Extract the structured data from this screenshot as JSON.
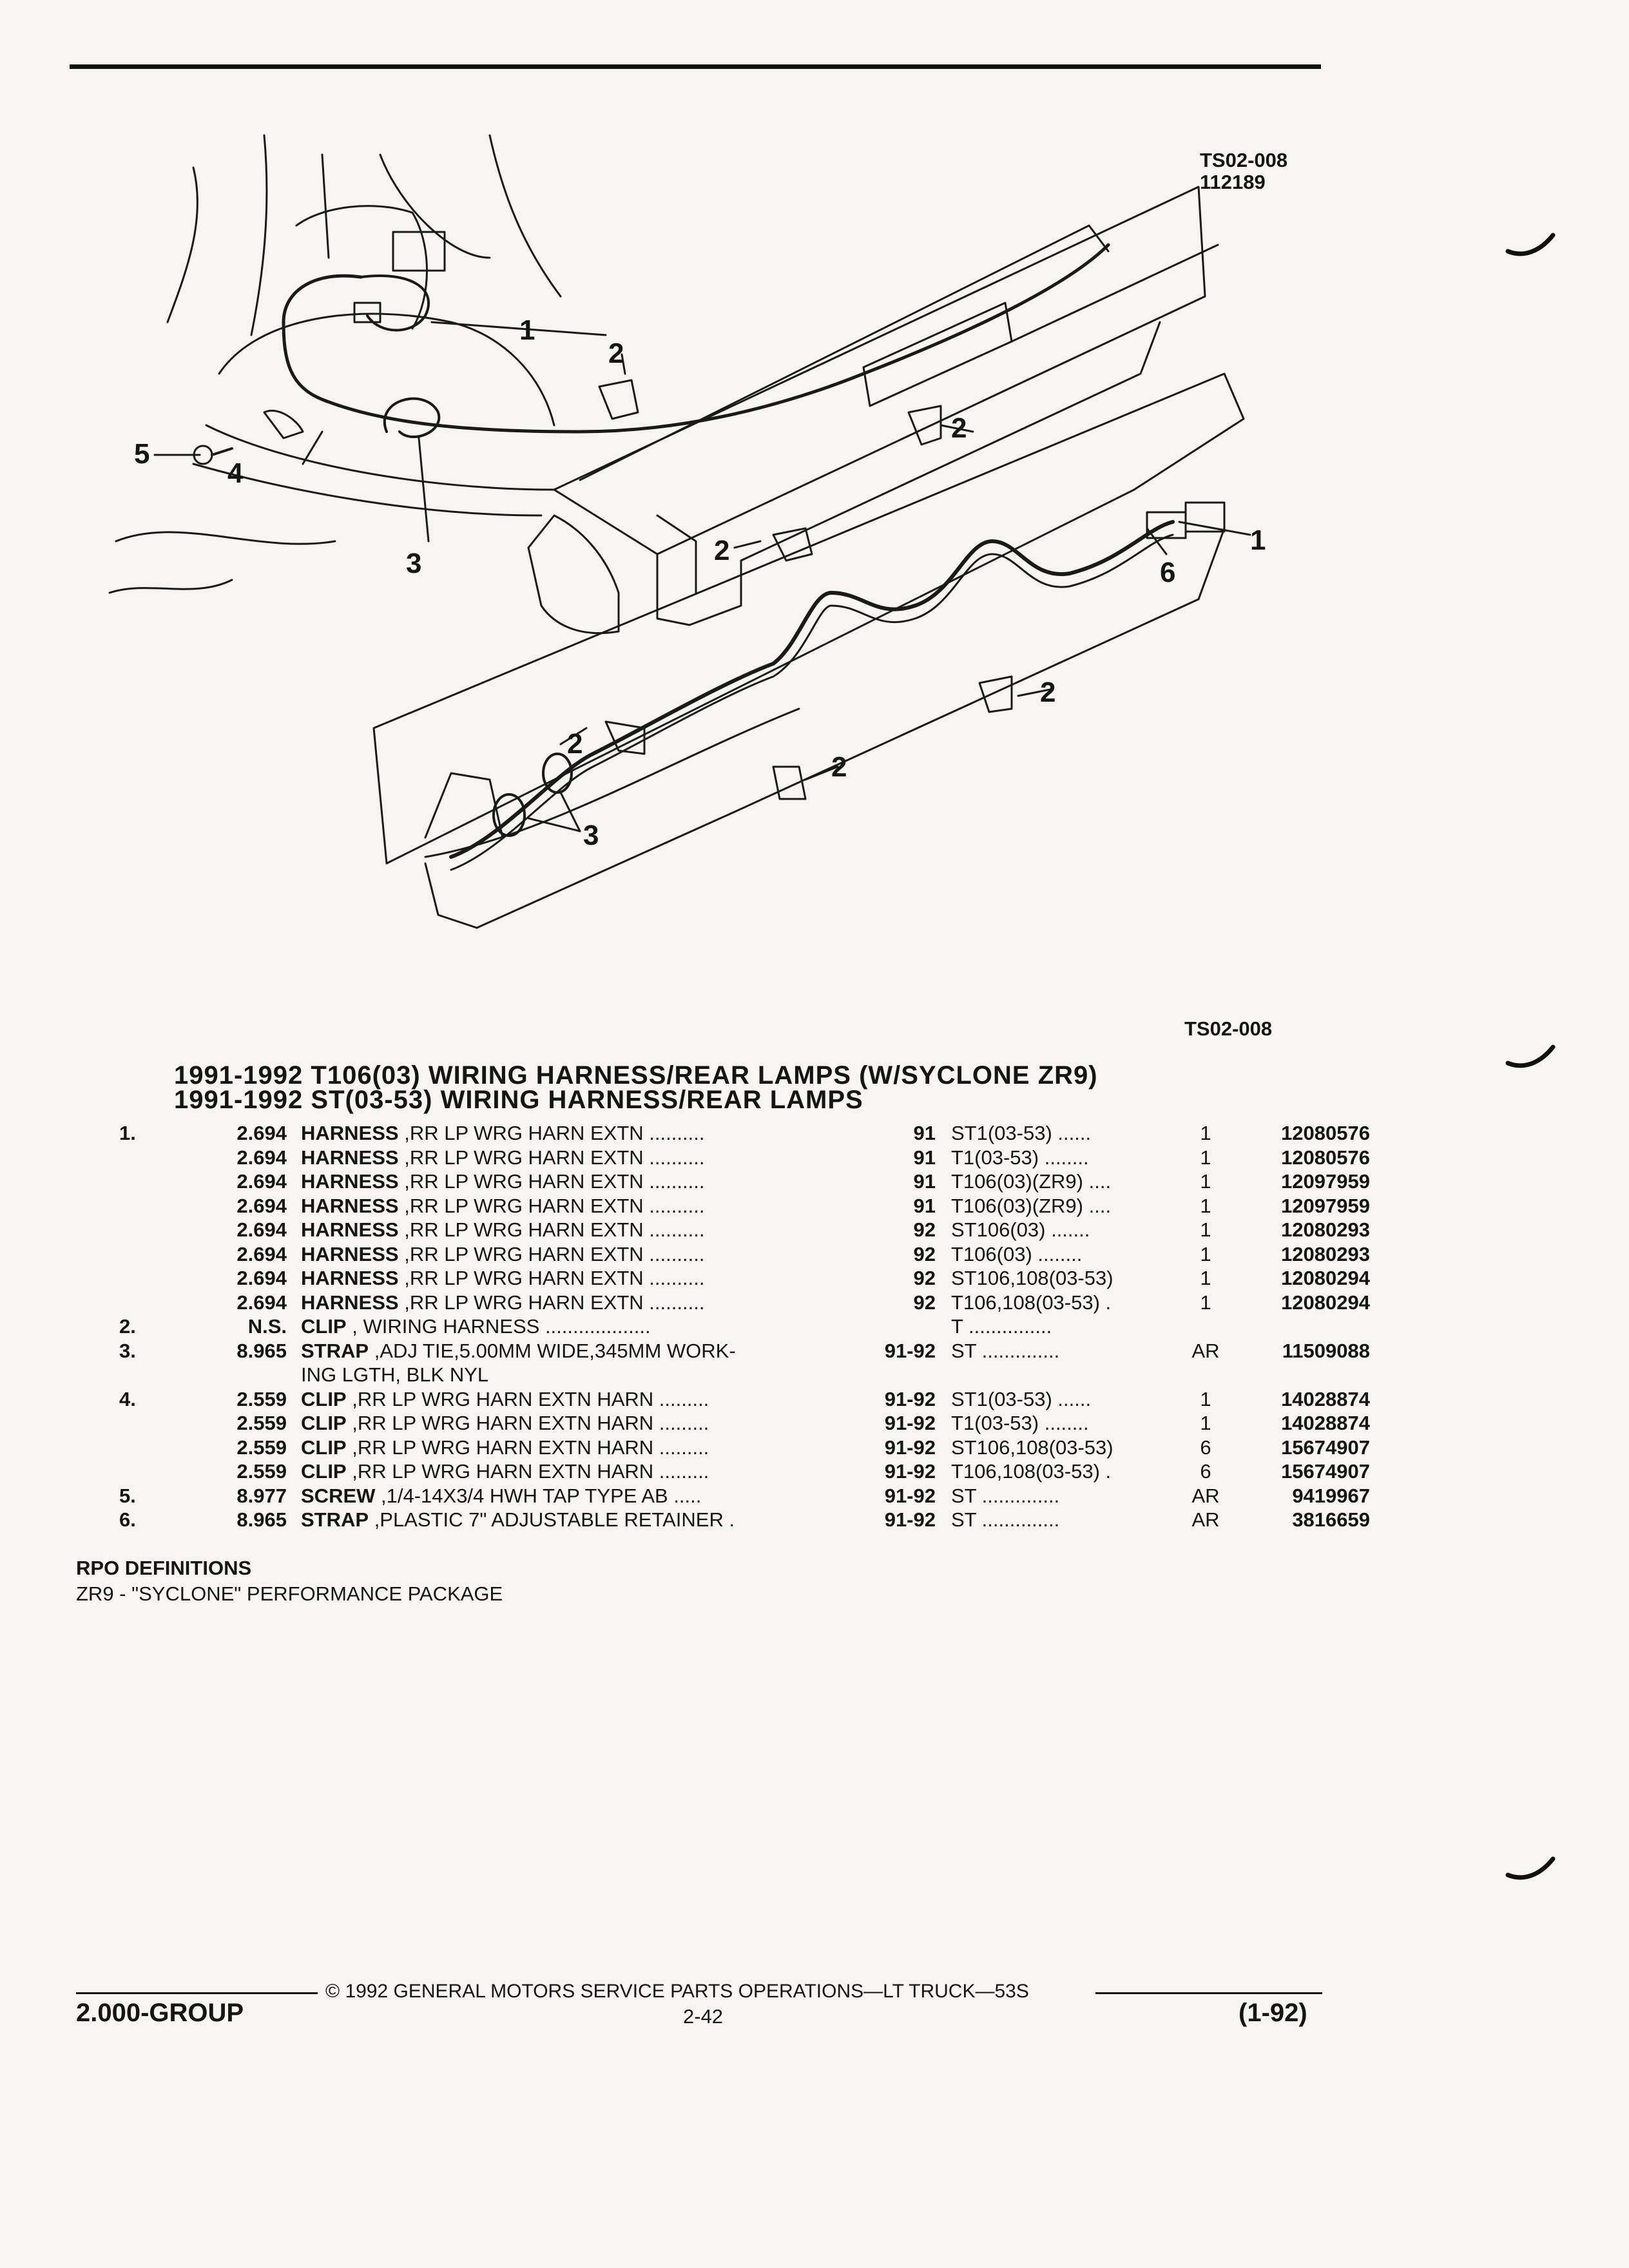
{
  "figure": {
    "code_top": "TS02-008",
    "date_code": "112189",
    "code_bottom": "TS02-008",
    "callouts": [
      "1",
      "2",
      "3",
      "4",
      "5",
      "6"
    ]
  },
  "titles": [
    "1991-1992 T106(03) WIRING HARNESS/REAR LAMPS (W/SYCLONE ZR9)",
    "1991-1992 ST(03-53) WIRING HARNESS/REAR LAMPS"
  ],
  "parts_rows": [
    {
      "idx": "1.",
      "group": "2.694",
      "name": "HARNESS",
      "desc": " ,RR LP WRG HARN EXTN",
      "dots": " ..........",
      "years": "91",
      "applic": "ST1(03-53) ......",
      "qty": "1",
      "pn": "12080576"
    },
    {
      "idx": "",
      "group": "2.694",
      "name": "HARNESS",
      "desc": " ,RR LP WRG HARN EXTN",
      "dots": " ..........",
      "years": "91",
      "applic": "T1(03-53) ........",
      "qty": "1",
      "pn": "12080576"
    },
    {
      "idx": "",
      "group": "2.694",
      "name": "HARNESS",
      "desc": " ,RR LP WRG HARN EXTN",
      "dots": " ..........",
      "years": "91",
      "applic": "T106(03)(ZR9) ....",
      "qty": "1",
      "pn": "12097959"
    },
    {
      "idx": "",
      "group": "2.694",
      "name": "HARNESS",
      "desc": " ,RR LP WRG HARN EXTN",
      "dots": " ..........",
      "years": "91",
      "applic": "T106(03)(ZR9) ....",
      "qty": "1",
      "pn": "12097959"
    },
    {
      "idx": "",
      "group": "2.694",
      "name": "HARNESS",
      "desc": " ,RR LP WRG HARN EXTN",
      "dots": " ..........",
      "years": "92",
      "applic": "ST106(03) .......",
      "qty": "1",
      "pn": "12080293"
    },
    {
      "idx": "",
      "group": "2.694",
      "name": "HARNESS",
      "desc": " ,RR LP WRG HARN EXTN",
      "dots": " ..........",
      "years": "92",
      "applic": "T106(03) ........",
      "qty": "1",
      "pn": "12080293"
    },
    {
      "idx": "",
      "group": "2.694",
      "name": "HARNESS",
      "desc": " ,RR LP WRG HARN EXTN",
      "dots": " ..........",
      "years": "92",
      "applic": "ST106,108(03-53)",
      "qty": "1",
      "pn": "12080294"
    },
    {
      "idx": "",
      "group": "2.694",
      "name": "HARNESS",
      "desc": " ,RR LP WRG HARN EXTN",
      "dots": " ..........",
      "years": "92",
      "applic": "T106,108(03-53) .",
      "qty": "1",
      "pn": "12080294"
    },
    {
      "idx": "2.",
      "group": "N.S.",
      "name": "CLIP",
      "desc": " , WIRING HARNESS",
      "dots": " ...................",
      "years": "",
      "applic": "T ...............",
      "qty": "",
      "pn": ""
    },
    {
      "idx": "3.",
      "group": "8.965",
      "name": "STRAP",
      "desc": " ,ADJ TIE,5.00MM WIDE,345MM WORK-",
      "dots": "",
      "years": "91-92",
      "applic": "ST ..............",
      "qty": "AR",
      "pn": "11509088"
    },
    {
      "idx": "",
      "group": "",
      "name": "",
      "desc": "ING LGTH, BLK NYL",
      "dots": "",
      "years": "",
      "applic": "",
      "qty": "",
      "pn": ""
    },
    {
      "idx": "4.",
      "group": "2.559",
      "name": "CLIP",
      "desc": " ,RR LP WRG HARN EXTN HARN",
      "dots": " .........",
      "years": "91-92",
      "applic": "ST1(03-53) ......",
      "qty": "1",
      "pn": "14028874"
    },
    {
      "idx": "",
      "group": "2.559",
      "name": "CLIP",
      "desc": " ,RR LP WRG HARN EXTN HARN",
      "dots": " .........",
      "years": "91-92",
      "applic": "T1(03-53) ........",
      "qty": "1",
      "pn": "14028874"
    },
    {
      "idx": "",
      "group": "2.559",
      "name": "CLIP",
      "desc": " ,RR LP WRG HARN EXTN HARN",
      "dots": " .........",
      "years": "91-92",
      "applic": "ST106,108(03-53)",
      "qty": "6",
      "pn": "15674907"
    },
    {
      "idx": "",
      "group": "2.559",
      "name": "CLIP",
      "desc": " ,RR LP WRG HARN EXTN HARN",
      "dots": " .........",
      "years": "91-92",
      "applic": "T106,108(03-53) .",
      "qty": "6",
      "pn": "15674907"
    },
    {
      "idx": "5.",
      "group": "8.977",
      "name": "SCREW",
      "desc": " ,1/4-14X3/4 HWH TAP TYPE AB",
      "dots": " .....",
      "years": "91-92",
      "applic": "ST ..............",
      "qty": "AR",
      "pn": "9419967"
    },
    {
      "idx": "6.",
      "group": "8.965",
      "name": "STRAP",
      "desc": " ,PLASTIC 7\" ADJUSTABLE RETAINER",
      "dots": " .",
      "years": "91-92",
      "applic": "ST ..............",
      "qty": "AR",
      "pn": "3816659"
    }
  ],
  "rpo": {
    "heading": "RPO DEFINITIONS",
    "line": "ZR9 - \"SYCLONE\" PERFORMANCE PACKAGE"
  },
  "footer": {
    "copyright": "© 1992 GENERAL MOTORS SERVICE PARTS OPERATIONS—LT TRUCK—53S",
    "group": "2.000-GROUP",
    "page": "2-42",
    "revision": "(1-92)"
  }
}
